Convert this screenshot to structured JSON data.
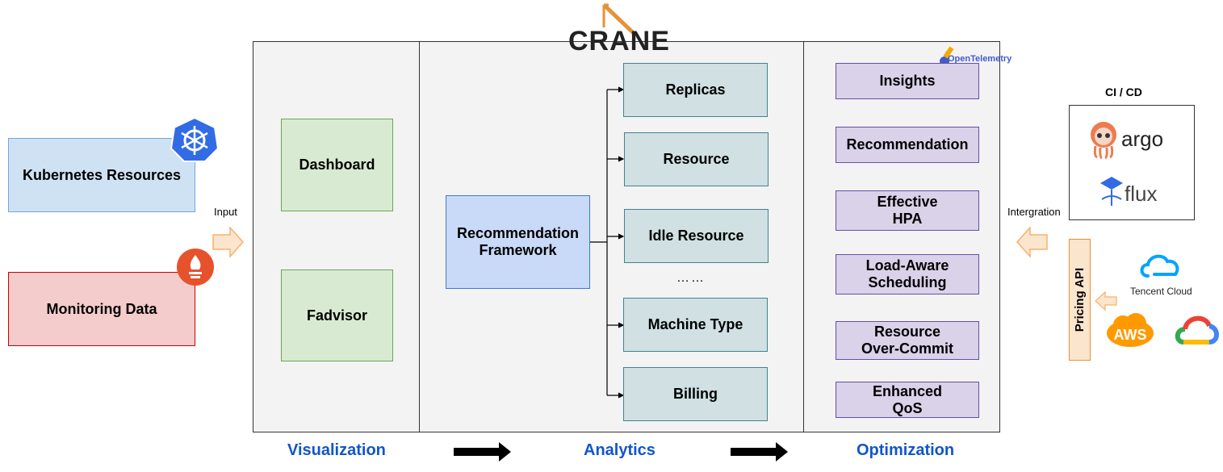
{
  "logos": {
    "crane": "CRANE",
    "opentelemetry": "OpenTelemetry",
    "argo": "argo",
    "flux": "flux",
    "tencent": "Tencent Cloud",
    "aws": "AWS"
  },
  "inputs": {
    "kubernetes": "Kubernetes Resources",
    "monitoring": "Monitoring Data",
    "input_label": "Input"
  },
  "visualization": {
    "dashboard": "Dashboard",
    "fadvisor": "Fadvisor"
  },
  "analytics": {
    "framework": "Recommendation Framework",
    "items": [
      "Replicas",
      "Resource",
      "Idle Resource",
      "Machine Type",
      "Billing"
    ],
    "ellipsis": "……"
  },
  "optimization": {
    "items": [
      "Insights",
      "Recommendation",
      "Effective HPA",
      "Load-Aware Scheduling",
      "Resource Over-Commit",
      "Enhanced QoS"
    ]
  },
  "right": {
    "cicd": "CI / CD",
    "integration": "Intergration",
    "pricing": "Pricing API"
  },
  "sections": {
    "visualization": "Visualization",
    "analytics": "Analytics",
    "optimization": "Optimization"
  },
  "colors": {
    "section_text": "#1155cc",
    "k8s_blue": "#326ce5",
    "prometheus": "#e6522c",
    "aws": "#ff9900",
    "arrow_fill": "#fce5cd",
    "arrow_stroke": "#f6b26b"
  }
}
